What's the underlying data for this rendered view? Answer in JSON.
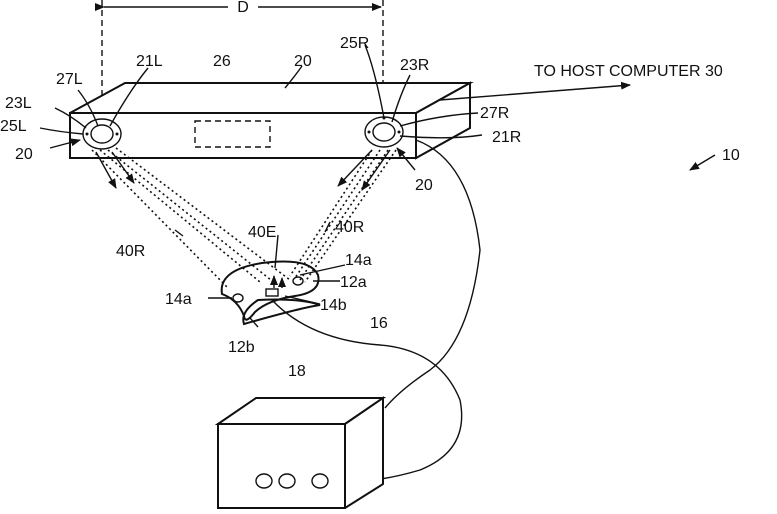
{
  "labels": {
    "D": "D",
    "l21L": "21L",
    "l26": "26",
    "l20top": "20",
    "l25R": "25R",
    "l23R": "23R",
    "host": "TO HOST COMPUTER 30",
    "l27L": "27L",
    "l23L": "23L",
    "l25L": "25L",
    "l20left": "20",
    "l27R": "27R",
    "l21R": "21R",
    "l10": "10",
    "l20right": "20",
    "l40R_right": "40R",
    "l40E": "40E",
    "l40R_left": "40R",
    "l14a_top": "14a",
    "l12a": "12a",
    "l14a_left": "14a",
    "l14b": "14b",
    "l16": "16",
    "l12b": "12b",
    "l18": "18"
  }
}
